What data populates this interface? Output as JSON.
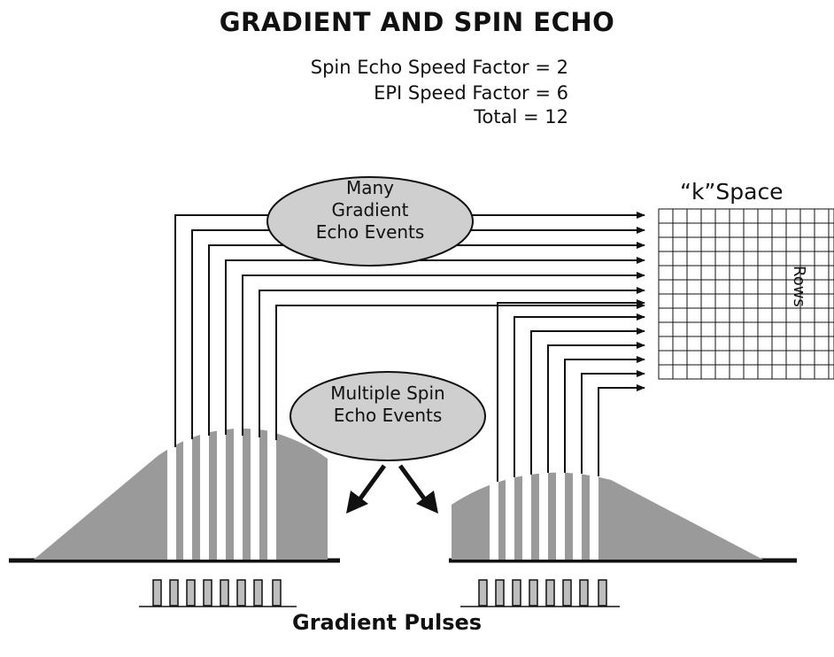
{
  "title": "GRADIENT AND SPIN ECHO",
  "speed_factors": {
    "spin_echo": "Spin Echo Speed Factor = 2",
    "epi": "EPI Speed Factor = 6",
    "total": "Total = 12"
  },
  "kspace": {
    "label": "“k”Space",
    "rows_label": "Rows"
  },
  "gradient_echo_events": {
    "line1": "Many",
    "line2": "Gradient",
    "line3": "Echo Events"
  },
  "spin_echo_events": {
    "line1": "Multiple Spin",
    "line2": "Echo Events"
  },
  "gradient_pulses_label": "Gradient Pulses",
  "colors": {
    "ink": "#111111",
    "fill_gray": "#9a9a9a",
    "ellipse_fill": "#cfcfcf",
    "pulse_fill": "#bdbdbd"
  }
}
